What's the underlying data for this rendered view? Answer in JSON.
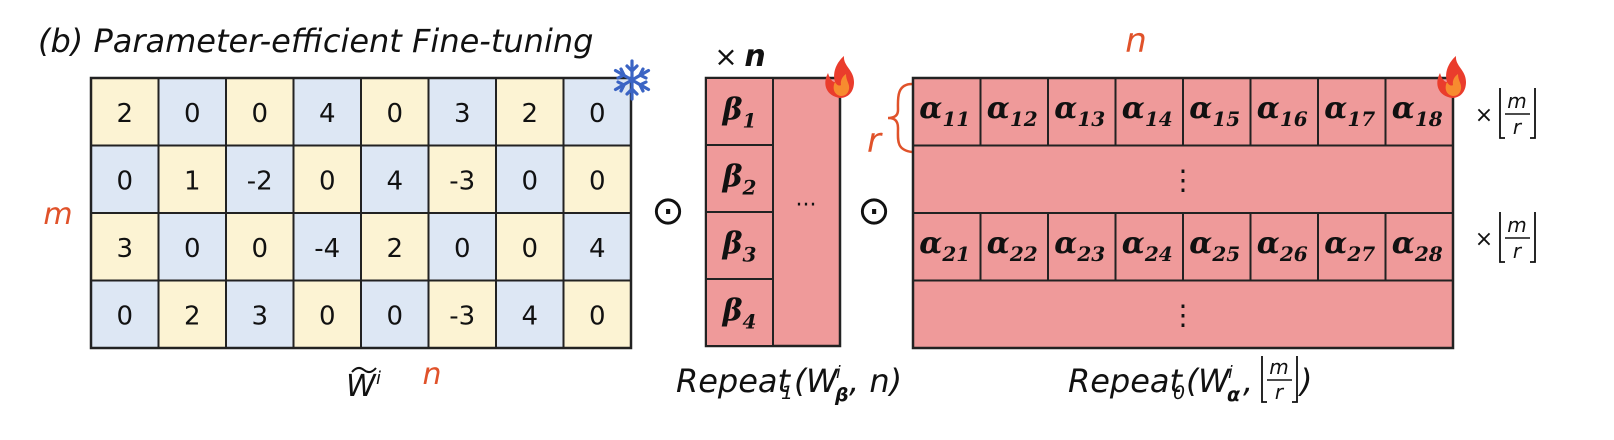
{
  "title": "(b) Parameter-efficient Fine-tuning",
  "weight_matrix": {
    "rows": [
      [
        "2",
        "0",
        "0",
        "4",
        "0",
        "3",
        "2",
        "0"
      ],
      [
        "0",
        "1",
        "-2",
        "0",
        "4",
        "-3",
        "0",
        "0"
      ],
      [
        "3",
        "0",
        "0",
        "-4",
        "2",
        "0",
        "0",
        "4"
      ],
      [
        "0",
        "2",
        "3",
        "0",
        "0",
        "-3",
        "4",
        "0"
      ]
    ],
    "row_label": "m",
    "col_label": "n",
    "caption_main": "W",
    "caption_sup": "i",
    "frozen_icon": "snowflake-icon"
  },
  "beta_matrix": {
    "top_label_times": "×",
    "top_label_n": "n",
    "cells": [
      {
        "base": "β",
        "sub": "1"
      },
      {
        "base": "β",
        "sub": "2"
      },
      {
        "base": "β",
        "sub": "3"
      },
      {
        "base": "β",
        "sub": "4"
      }
    ],
    "ellipsis": "···",
    "trainable_icon": "fire-icon",
    "caption": {
      "name": "Repeat",
      "name_sub": "1",
      "open": "(",
      "w": "W",
      "w_sup": "i",
      "w_sub": "β",
      "rest": ", n)"
    }
  },
  "alpha_matrix": {
    "top_label": "n",
    "side_label": "r",
    "row1": [
      {
        "base": "α",
        "sub": "11"
      },
      {
        "base": "α",
        "sub": "12"
      },
      {
        "base": "α",
        "sub": "13"
      },
      {
        "base": "α",
        "sub": "14"
      },
      {
        "base": "α",
        "sub": "15"
      },
      {
        "base": "α",
        "sub": "16"
      },
      {
        "base": "α",
        "sub": "17"
      },
      {
        "base": "α",
        "sub": "18"
      }
    ],
    "row2": [
      {
        "base": "α",
        "sub": "21"
      },
      {
        "base": "α",
        "sub": "22"
      },
      {
        "base": "α",
        "sub": "23"
      },
      {
        "base": "α",
        "sub": "24"
      },
      {
        "base": "α",
        "sub": "25"
      },
      {
        "base": "α",
        "sub": "26"
      },
      {
        "base": "α",
        "sub": "27"
      },
      {
        "base": "α",
        "sub": "28"
      }
    ],
    "vdots": "⋮",
    "repeat_times": "×",
    "repeat_num": "m",
    "repeat_den": "r",
    "trainable_icon": "fire-icon",
    "caption": {
      "name": "Repeat",
      "name_sub": "0",
      "open": "(",
      "w": "W",
      "w_sup": "i",
      "w_sub": "α",
      "comma": ",",
      "num": "m",
      "den": "r",
      "close": ")"
    }
  },
  "operator": "⊙",
  "colors": {
    "yellow_cell": "#fcf3d3",
    "blue_cell": "#dde7f4",
    "pink_cell": "#ef9a9a",
    "accent_orange": "#e0522a",
    "fire_red": "#ea3c2c",
    "fire_orange": "#f78b2f",
    "snow_blue": "#3b64c4",
    "border": "#222222"
  }
}
